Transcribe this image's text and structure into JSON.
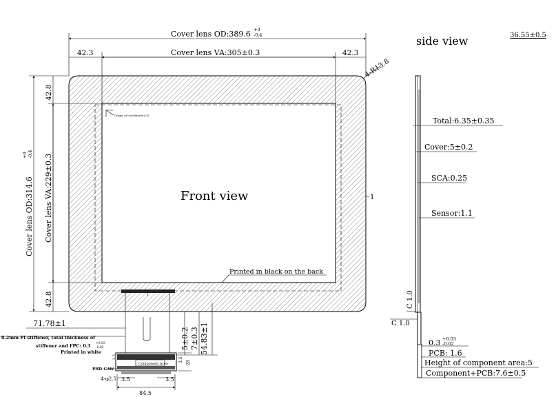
{
  "front": {
    "od_width": "Cover lens OD:389.6",
    "od_width_tol_up": "+0",
    "od_width_tol_dn": "-0.4",
    "va_width": "Cover lens VA:305±0.3",
    "margin_left": "42.3",
    "margin_right": "42.3",
    "corner_radius": "4-R13.8",
    "od_height": "Cover lens OD:314.6",
    "od_height_tol_up": "+0",
    "od_height_tol_dn": "-0.4",
    "va_height": "Cover lens VA:229±0.3",
    "margin_top": "42.8",
    "margin_bottom": "42.8",
    "title": "Front view",
    "origin_label": "Origin of coordinate(0,0)",
    "print_note": "Printed in black on the back",
    "right_mark": "1",
    "fpc_offset": "71.78±1",
    "dim_a": "5±0.2",
    "dim_b": "7±0.3",
    "dim_c": "54.83±1"
  },
  "fpc": {
    "note_line1": "0.2mm PI stiffener, total thickness of",
    "note_line2": "stiffener and FPC: 0.3",
    "note_tol_up": "+0.03",
    "note_tol_dn": "-0.02",
    "note_line3": "Printed in white",
    "component_label": "Component Area",
    "pad_label": "PHD-GAW",
    "left_small": "3.5",
    "right_small": "3.5",
    "bottom_width": "84.5",
    "dim_h1": "28",
    "dim_h2": "3.5",
    "dim_h3": "3.5",
    "hole": "4-φ2.5"
  },
  "side": {
    "title": "side view",
    "total_width": "36.55±0.5",
    "total": "Total:6.35±0.35",
    "cover": "Cover:5±0.2",
    "sca": "SCA:0.25",
    "sensor": "Sensor:1.1",
    "c1": "C 1.0",
    "c2": "C 1.0",
    "fpc_thick": "0.3",
    "fpc_tol_up": "+0.03",
    "fpc_tol_dn": "-0.02",
    "pcb": "PCB: 1.6",
    "comp_height": "Height of component area:5",
    "comp_pcb": "Component+PCB:7.6±0.5"
  }
}
